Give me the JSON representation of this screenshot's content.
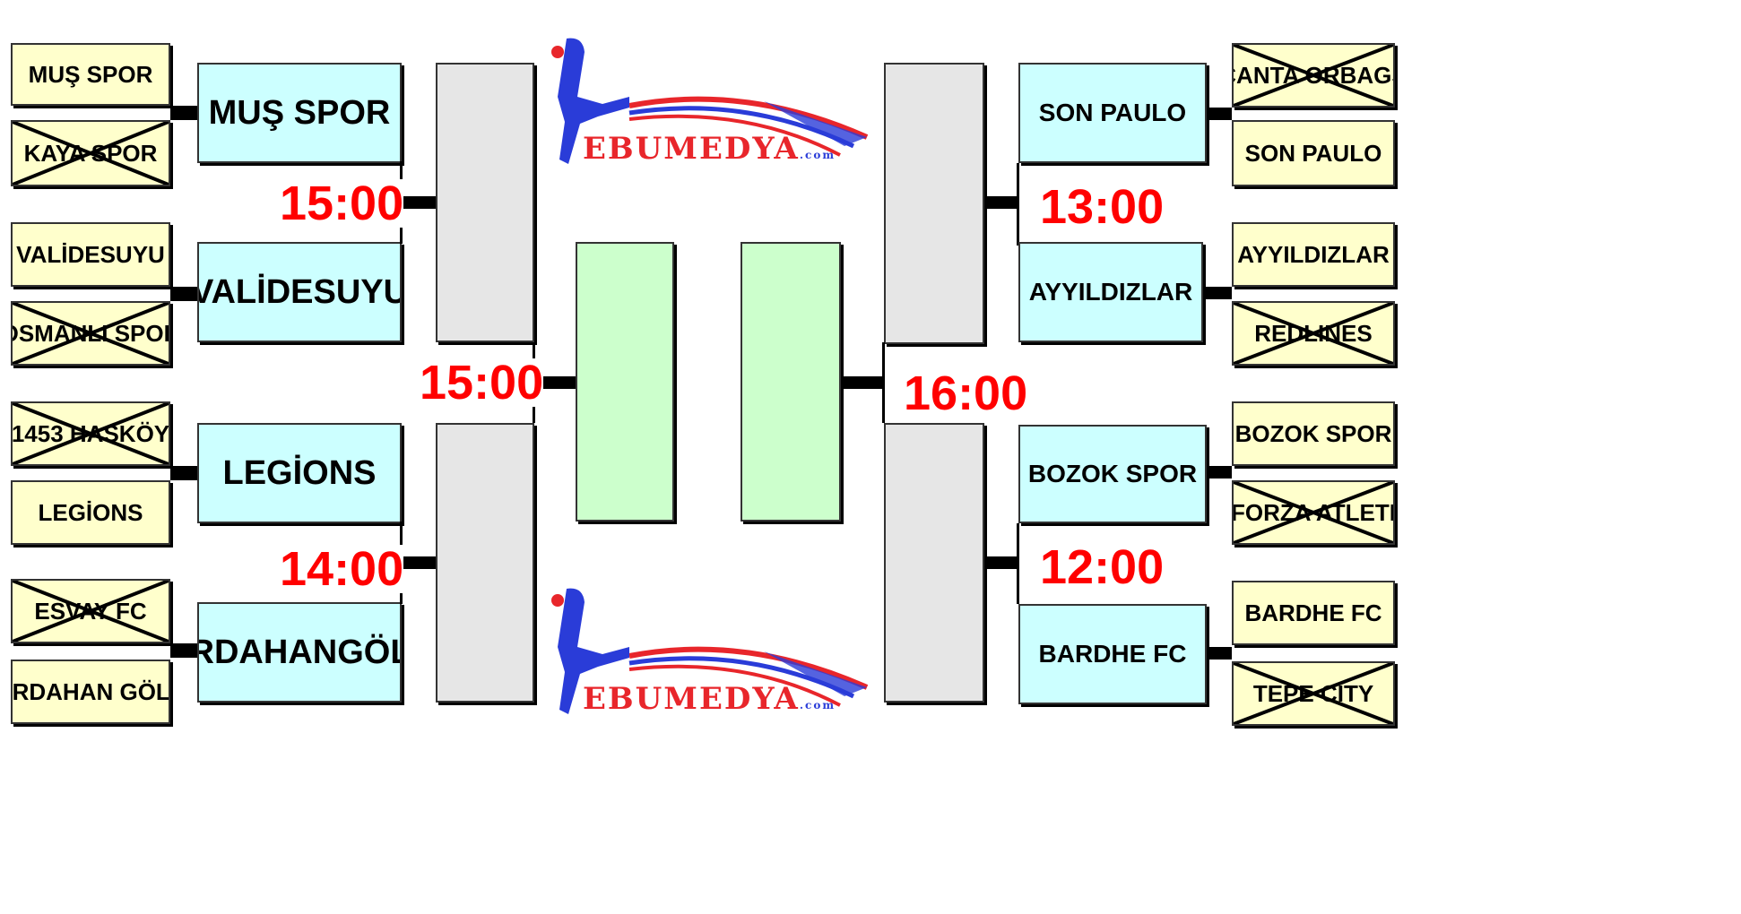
{
  "brand": {
    "logo_text": "EBUMEDYA",
    "logo_suffix": ".com"
  },
  "colors": {
    "first_round_bg": "#ffffcc",
    "second_round_bg": "#ccffff",
    "semifinal_bg": "#e6e6e6",
    "final_bg": "#ccffcc",
    "time_color": "#ff0000",
    "logo_red": "#e8262b",
    "logo_blue": "#2a3cd8"
  },
  "left": {
    "round1": [
      {
        "name": "MUŞ SPOR",
        "eliminated": false
      },
      {
        "name": "KAYA SPOR",
        "eliminated": true
      },
      {
        "name": "VALİDESUYU",
        "eliminated": false
      },
      {
        "name": "OSMANLI SPOR",
        "eliminated": true
      },
      {
        "name": "1453 HASKÖY",
        "eliminated": true
      },
      {
        "name": "LEGİONS",
        "eliminated": false
      },
      {
        "name": "ESVAY FC",
        "eliminated": true
      },
      {
        "name": "ARDAHAN GÖLE",
        "eliminated": false
      }
    ],
    "round2": [
      "MUŞ SPOR",
      "VALİDESUYU",
      "LEGİONS",
      "ARDAHANGÖLE"
    ],
    "times": {
      "match1": "15:00",
      "match2": "14:00",
      "semi": "15:00"
    }
  },
  "right": {
    "round1": [
      {
        "name": "ÇANTA ORBAGS",
        "eliminated": true
      },
      {
        "name": "SON PAULO",
        "eliminated": false
      },
      {
        "name": "AYYILDIZLAR",
        "eliminated": false
      },
      {
        "name": "REDLINES",
        "eliminated": true
      },
      {
        "name": "BOZOK SPOR",
        "eliminated": false
      },
      {
        "name": "FORZA ATLETI",
        "eliminated": true
      },
      {
        "name": "BARDHE FC",
        "eliminated": false
      },
      {
        "name": "TEPE CITY",
        "eliminated": true
      }
    ],
    "round2": [
      "SON PAULO",
      "AYYILDIZLAR",
      "BOZOK SPOR",
      "BARDHE FC"
    ],
    "times": {
      "match1": "13:00",
      "match2": "12:00",
      "semi": "16:00"
    }
  }
}
